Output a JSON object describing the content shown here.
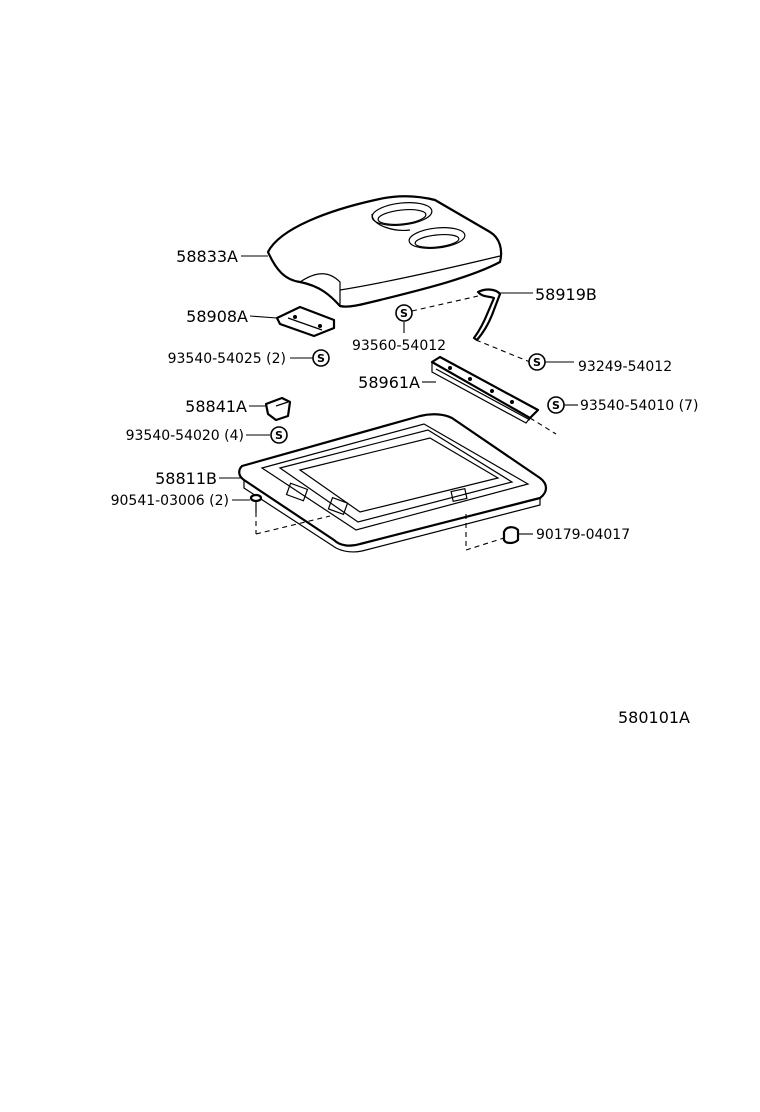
{
  "diagram": {
    "symbol_letter": "S",
    "part_labels": {
      "p58833A": "58833A",
      "p58919B": "58919B",
      "p58908A": "58908A",
      "p93560_54012": "93560-54012",
      "p93540_54025": "93540-54025 (2)",
      "p93249_54012": "93249-54012",
      "p58961A": "58961A",
      "p58841A": "58841A",
      "p93540_54010": "93540-54010 (7)",
      "p93540_54020": "93540-54020 (4)",
      "p58811B": "58811B",
      "p90541_03006": "90541-03006 (2)",
      "p90179_04017": "90179-04017"
    },
    "figure_code": "580101A"
  }
}
